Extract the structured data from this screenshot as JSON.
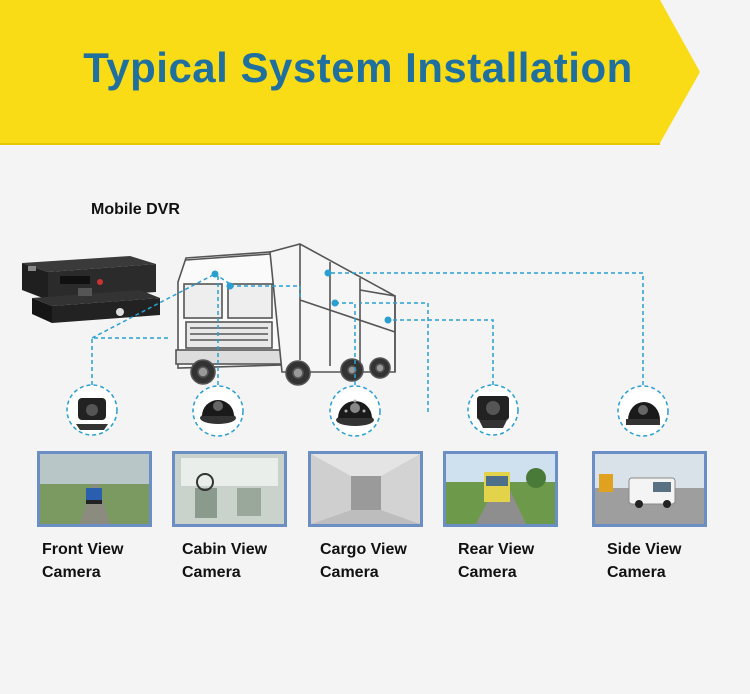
{
  "title": "Typical System Installation",
  "dvr_label": "Mobile DVR",
  "colors": {
    "banner": "#f9dc16",
    "title": "#1f6f9f",
    "connector": "#2a9fd0",
    "photo_border": "#6b8fc4"
  },
  "cameras": [
    {
      "line1": "Front View",
      "line2": "Camera",
      "icon": "bullet-camera-icon"
    },
    {
      "line1": "Cabin View",
      "line2": "Camera",
      "icon": "dome-camera-icon"
    },
    {
      "line1": "Cargo View",
      "line2": "Camera",
      "icon": "ir-dome-camera-icon"
    },
    {
      "line1": "Rear View",
      "line2": "Camera",
      "icon": "rear-camera-icon"
    },
    {
      "line1": "Side View",
      "line2": "Camera",
      "icon": "side-camera-icon"
    }
  ]
}
